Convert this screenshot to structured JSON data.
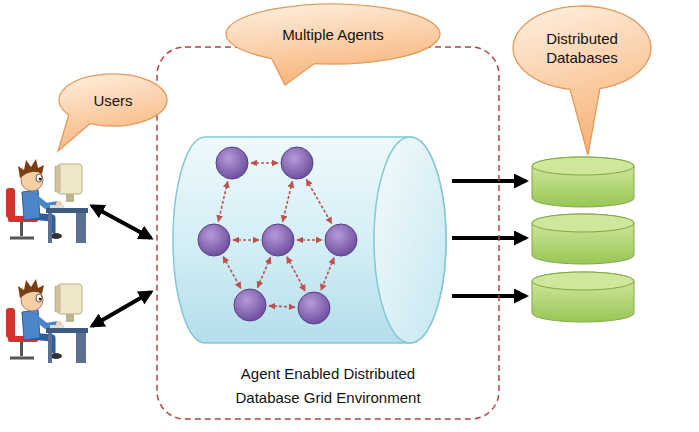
{
  "diagram": {
    "nodes": [
      {
        "text": [
          "Multiple Agents"
        ]
      },
      {
        "text": [
          "Distributed Databases"
        ]
      },
      {
        "text": [
          "Users"
        ]
      },
      {
        "text": [
          "Agent Enabled Distributed Database Grid Environment"
        ]
      }
    ]
  }
}
